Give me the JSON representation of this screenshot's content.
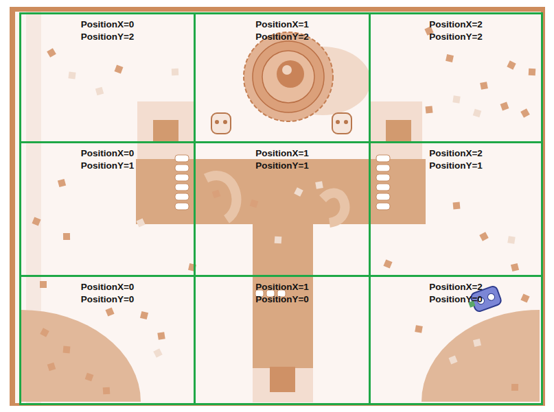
{
  "diagram": {
    "nodes": [
      {
        "text": [
          "PositionX=0",
          "PositionY=2"
        ]
      },
      {
        "text": [
          "PositionX=1",
          "PositionY=2"
        ]
      },
      {
        "text": [
          "PositionX=2",
          "PositionY=2"
        ]
      },
      {
        "text": [
          "PositionX=0",
          "PositionY=1"
        ]
      },
      {
        "text": [
          "PositionX=1",
          "PositionY=1"
        ]
      },
      {
        "text": [
          "PositionX=2",
          "PositionY=1"
        ]
      },
      {
        "text": [
          "PositionX=0",
          "PositionY=0"
        ]
      },
      {
        "text": [
          "PositionX=1",
          "PositionY=0"
        ]
      },
      {
        "text": [
          "PositionX=2",
          "PositionY=0"
        ]
      }
    ]
  }
}
